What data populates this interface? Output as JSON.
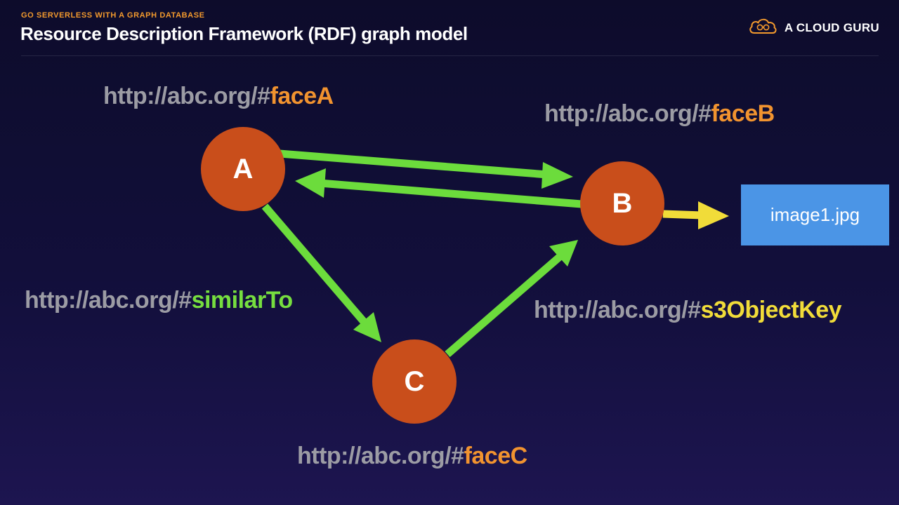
{
  "header": {
    "kicker": "GO SERVERLESS WITH A GRAPH DATABASE",
    "title": "Resource Description Framework (RDF) graph model"
  },
  "brand": {
    "name": "A CLOUD GURU",
    "logo_icon": "cloud-icon",
    "accent_color": "#f39a2d"
  },
  "diagram": {
    "uri_prefix": "http://abc.org/#",
    "nodes": {
      "a": {
        "label": "A",
        "fragment": "faceA"
      },
      "b": {
        "label": "B",
        "fragment": "faceB"
      },
      "c": {
        "label": "C",
        "fragment": "faceC"
      }
    },
    "predicates": {
      "similar_to": "similarTo",
      "s3_object_key": "s3ObjectKey"
    },
    "object": {
      "label": "image1.jpg"
    },
    "edges": [
      {
        "from": "A",
        "to": "B",
        "predicate": "similarTo"
      },
      {
        "from": "B",
        "to": "A",
        "predicate": "similarTo"
      },
      {
        "from": "A",
        "to": "C",
        "predicate": "similarTo"
      },
      {
        "from": "C",
        "to": "B",
        "predicate": "similarTo"
      },
      {
        "from": "B",
        "to": "image1.jpg",
        "predicate": "s3ObjectKey"
      }
    ],
    "colors": {
      "node": "#c94e1b",
      "similar_edge": "#6cdc3c",
      "s3_edge": "#f1dc39",
      "object_box": "#4b95e6",
      "uri_base": "#9c9ca4",
      "node_fragment": "#f1932f",
      "similar_fragment": "#76de3f",
      "s3_fragment": "#f1dc39"
    }
  }
}
